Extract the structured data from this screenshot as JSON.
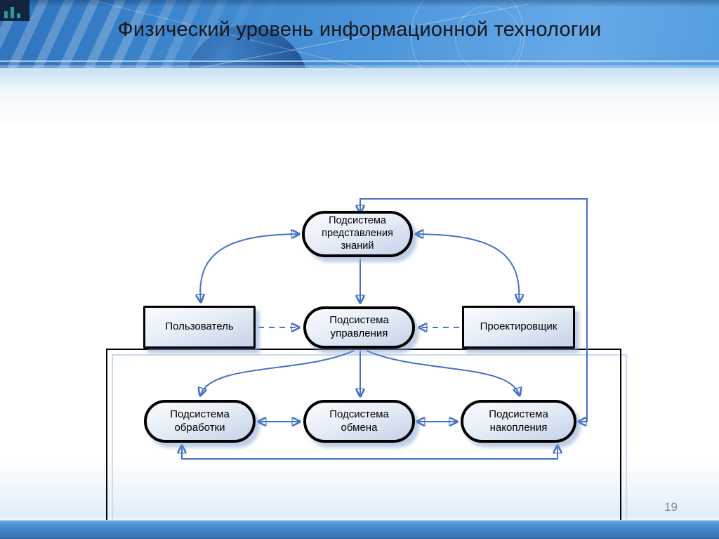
{
  "header": {
    "title": "Физический уровень информационной технологии"
  },
  "footer": {
    "page_number": "19"
  },
  "diagram": {
    "nodes": [
      {
        "id": "knowledge-subsystem",
        "shape": "stadium",
        "lines": [
          "Подсистема",
          "представления",
          "знаний"
        ]
      },
      {
        "id": "user",
        "shape": "rect",
        "lines": [
          "Пользователь"
        ]
      },
      {
        "id": "control-subsystem",
        "shape": "stadium",
        "lines": [
          "Подсистема",
          "управления"
        ]
      },
      {
        "id": "designer",
        "shape": "rect",
        "lines": [
          "Проектировщик"
        ]
      },
      {
        "id": "processing-subsystem",
        "shape": "stadium",
        "lines": [
          "Подсистема",
          "обработки"
        ]
      },
      {
        "id": "exchange-subsystem",
        "shape": "stadium",
        "lines": [
          "Подсистема",
          "обмена"
        ]
      },
      {
        "id": "storage-subsystem",
        "shape": "stadium",
        "lines": [
          "Подсистема",
          "накопления"
        ]
      }
    ],
    "edges": [
      {
        "from": "knowledge-subsystem",
        "to": "storage-subsystem",
        "style": "solid",
        "bidirectional": true,
        "route": "top-right-loop"
      },
      {
        "from": "knowledge-subsystem",
        "to": "control-subsystem",
        "style": "solid",
        "bidirectional": false,
        "route": "straight-down"
      },
      {
        "from": "user",
        "to": "knowledge-subsystem",
        "style": "solid",
        "bidirectional": true,
        "route": "left-arc"
      },
      {
        "from": "designer",
        "to": "knowledge-subsystem",
        "style": "solid",
        "bidirectional": true,
        "route": "right-arc"
      },
      {
        "from": "user",
        "to": "control-subsystem",
        "style": "dashed",
        "bidirectional": false,
        "route": "straight-right"
      },
      {
        "from": "designer",
        "to": "control-subsystem",
        "style": "dashed",
        "bidirectional": false,
        "route": "straight-left"
      },
      {
        "from": "control-subsystem",
        "to": "processing-subsystem",
        "style": "solid",
        "bidirectional": false,
        "route": "fan-left"
      },
      {
        "from": "control-subsystem",
        "to": "exchange-subsystem",
        "style": "solid",
        "bidirectional": false,
        "route": "straight-down"
      },
      {
        "from": "control-subsystem",
        "to": "storage-subsystem",
        "style": "solid",
        "bidirectional": false,
        "route": "fan-right"
      },
      {
        "from": "processing-subsystem",
        "to": "exchange-subsystem",
        "style": "solid",
        "bidirectional": true,
        "route": "straight"
      },
      {
        "from": "exchange-subsystem",
        "to": "storage-subsystem",
        "style": "solid",
        "bidirectional": true,
        "route": "straight"
      },
      {
        "from": "processing-subsystem",
        "to": "storage-subsystem",
        "style": "solid",
        "bidirectional": true,
        "route": "bottom-loop"
      }
    ],
    "colors": {
      "connector": "#4472c4",
      "node_border": "#000000",
      "node_fill_light": "#f8fbfe",
      "node_fill_dark": "#c4d1e9",
      "node_shadow": "#c9d6ec",
      "frame_shadow": "#ccdcee"
    }
  },
  "theme": {
    "header_blue": "#4a90d8",
    "footer_bar_blue": "#4285c8",
    "title_color": "#17171d",
    "page_number_color": "#8a8a8a"
  }
}
